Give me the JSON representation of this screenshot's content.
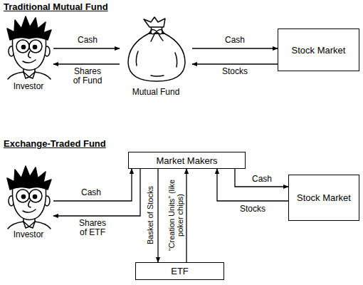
{
  "diagram": {
    "nodes": [
      {
        "text": [
          "Investor"
        ]
      },
      {
        "text": [
          "Mutual Fund"
        ]
      },
      {
        "text": [
          "Stock Market"
        ]
      },
      {
        "text": [
          "Investor"
        ]
      },
      {
        "text": [
          "Market Makers"
        ]
      },
      {
        "text": [
          "Stock Market"
        ]
      },
      {
        "text": [
          "ETF"
        ]
      }
    ],
    "edges": [
      {
        "from": 0,
        "to": 1,
        "label": "Cash",
        "arrow": "to"
      },
      {
        "from": 1,
        "to": 0,
        "label": "Shares of Fund",
        "arrow": "to"
      },
      {
        "from": 1,
        "to": 2,
        "label": "Cash",
        "arrow": "to"
      },
      {
        "from": 2,
        "to": 1,
        "label": "Stocks",
        "arrow": "to"
      },
      {
        "from": 3,
        "to": 4,
        "label": "Cash",
        "arrow": "to"
      },
      {
        "from": 4,
        "to": 3,
        "label": "Shares of ETF",
        "arrow": "to"
      },
      {
        "from": 4,
        "to": 6,
        "label": "Basket of Stocks",
        "arrow": "to"
      },
      {
        "from": 6,
        "to": 4,
        "label": "“Creation Units” (like poker chips)",
        "arrow": "to"
      },
      {
        "from": 4,
        "to": 5,
        "label": "Cash",
        "arrow": "to"
      },
      {
        "from": 5,
        "to": 4,
        "label": "Stocks",
        "arrow": "to"
      }
    ],
    "labels": [
      "Traditional Mutual Fund",
      "Exchange-Traded Fund"
    ]
  }
}
